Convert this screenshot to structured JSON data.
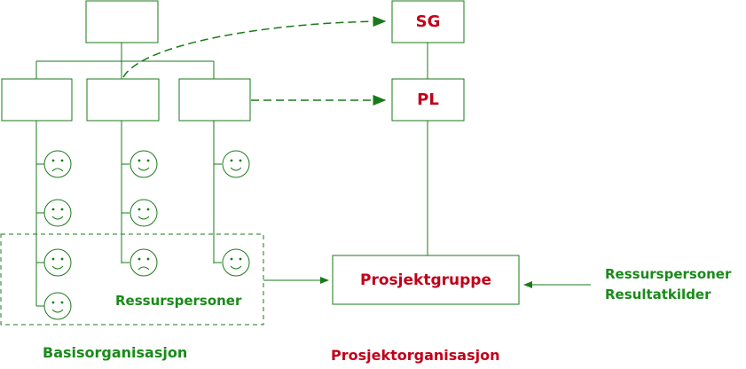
{
  "nodes": {
    "sg": "SG",
    "pl": "PL",
    "prosjektgruppe": "Prosjektgruppe"
  },
  "labels": {
    "ressurspersoner_group": "Ressurspersoner",
    "basis": "Basisorganisasjon",
    "prosjekt": "Prosjektorganisasjon",
    "external_line1": "Ressurspersoner",
    "external_line2": "Resultatkilder"
  },
  "people": [
    {
      "column": 1,
      "mood": "sad"
    },
    {
      "column": 1,
      "mood": "happy"
    },
    {
      "column": 1,
      "mood": "happy"
    },
    {
      "column": 1,
      "mood": "happy"
    },
    {
      "column": 2,
      "mood": "happy"
    },
    {
      "column": 2,
      "mood": "happy"
    },
    {
      "column": 2,
      "mood": "sad"
    },
    {
      "column": 3,
      "mood": "happy"
    },
    {
      "column": 3,
      "mood": "happy"
    }
  ],
  "colors": {
    "line": "#1a7a1a",
    "green_text": "#1a8a1a",
    "red_text": "#c0001a"
  }
}
